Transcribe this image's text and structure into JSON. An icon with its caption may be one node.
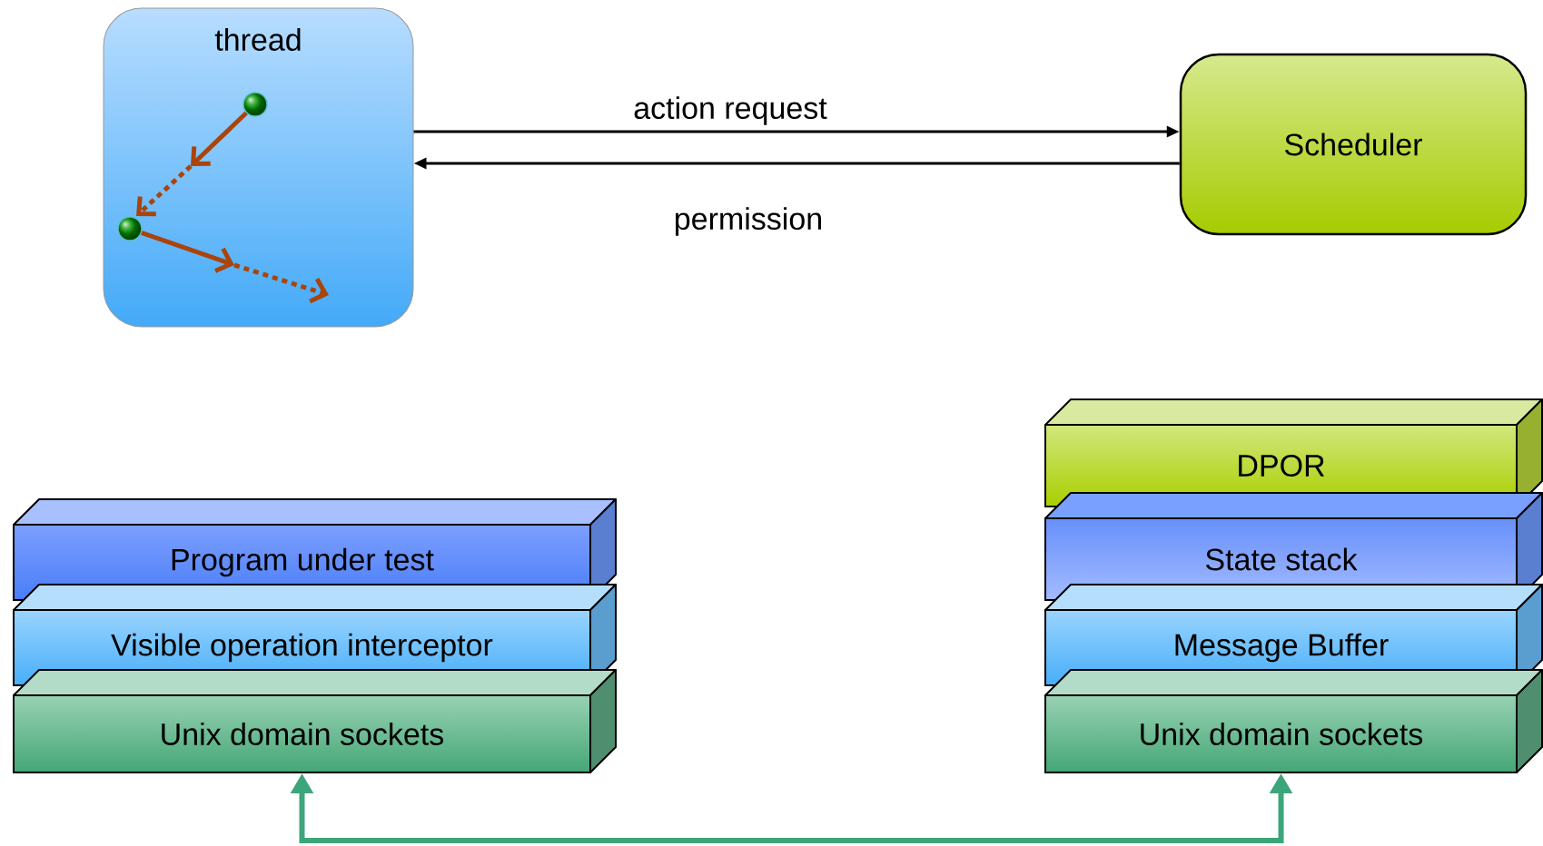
{
  "diagram": {
    "nodes": [
      {
        "text": [
          "thread"
        ]
      },
      {
        "text": [
          "Scheduler"
        ]
      },
      {
        "text": [
          "Program under test"
        ]
      },
      {
        "text": [
          "Visible operation interceptor"
        ]
      },
      {
        "text": [
          "Unix domain sockets"
        ]
      },
      {
        "text": [
          "DPOR"
        ]
      },
      {
        "text": [
          "State stack"
        ]
      },
      {
        "text": [
          "Message Buffer"
        ]
      },
      {
        "text": [
          "Unix domain sockets"
        ]
      }
    ],
    "edges": [
      {
        "from": 0,
        "to": 1,
        "arrow": "to",
        "label": "action request"
      },
      {
        "from": 1,
        "to": 0,
        "arrow": "to",
        "label": "permission"
      },
      {
        "from": 4,
        "to": 8,
        "arrow": "both",
        "style": "thick",
        "color": "#3da57a"
      }
    ]
  }
}
